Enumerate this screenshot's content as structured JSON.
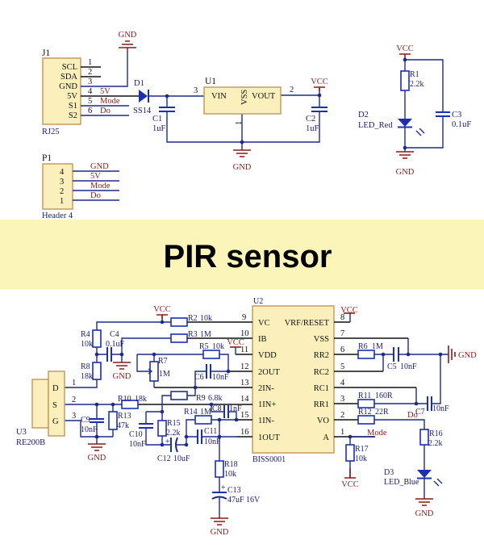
{
  "title": "PIR sensor",
  "colors": {
    "banner": "#fcf5b9",
    "wire": "#1c2a8c",
    "component": "#1c2fb0",
    "power": "#8b1a1a",
    "chip_fill": "#fbefbb"
  },
  "power": {
    "gnd": "GND",
    "vcc": "VCC"
  },
  "nets": {
    "five_v": "5V",
    "mode": "Mode",
    "do": "Do"
  },
  "j1": {
    "ref": "J1",
    "part": "RJ25",
    "pins": [
      "SCL",
      "SDA",
      "GND",
      "5V",
      "S1",
      "S2"
    ],
    "pin_numbers": [
      "1",
      "2",
      "3",
      "4",
      "5",
      "6"
    ]
  },
  "d1": {
    "ref": "D1",
    "value": "SS14"
  },
  "u1": {
    "ref": "U1",
    "pins": {
      "vin": "VIN",
      "vss": "VSS",
      "vout": "VOUT"
    },
    "pin_numbers": {
      "vin": "3",
      "vss": "1",
      "vout": "2"
    }
  },
  "c1": {
    "ref": "C1",
    "value": "1uF"
  },
  "c2": {
    "ref": "C2",
    "value": "1uF"
  },
  "p1": {
    "ref": "P1",
    "part": "Header 4",
    "pin_numbers": [
      "4",
      "3",
      "2",
      "1"
    ],
    "nets": [
      "GND",
      "5V",
      "Mode",
      "Do"
    ]
  },
  "r1": {
    "ref": "R1",
    "value": "2.2k"
  },
  "d2": {
    "ref": "D2",
    "value": "LED_Red"
  },
  "c3": {
    "ref": "C3",
    "value": "0.1uF"
  },
  "u2": {
    "ref": "U2",
    "part": "BISS0001",
    "left_pins": [
      "VC",
      "IB",
      "VDD",
      "2OUT",
      "2IN-",
      "1IN+",
      "1IN-",
      "1OUT"
    ],
    "left_numbers": [
      "9",
      "10",
      "11",
      "12",
      "13",
      "14",
      "15",
      "16"
    ],
    "right_pins": [
      "VRF/RESET",
      "VSS",
      "RR2",
      "RC2",
      "RC1",
      "RR1",
      "VO",
      "A"
    ],
    "right_numbers": [
      "8",
      "7",
      "6",
      "5",
      "4",
      "3",
      "2",
      "1"
    ]
  },
  "u3": {
    "ref": "U3",
    "part": "RE200B",
    "pins": [
      "D",
      "S",
      "G"
    ],
    "pin_numbers": [
      "1",
      "2",
      "3"
    ]
  },
  "r2": {
    "ref": "R2",
    "value": "10k"
  },
  "r3": {
    "ref": "R3",
    "value": "1M"
  },
  "r4": {
    "ref": "R4",
    "value": "10k"
  },
  "r5": {
    "ref": "R5",
    "value": "10k"
  },
  "r6": {
    "ref": "R6",
    "value": "1M"
  },
  "r7": {
    "ref": "R7",
    "value": "1M"
  },
  "r8": {
    "ref": "R8",
    "value": "18k"
  },
  "r9": {
    "ref": "R9",
    "value": "6.8k"
  },
  "r10": {
    "ref": "R10",
    "value": "18k"
  },
  "r11": {
    "ref": "R11",
    "value": "160R"
  },
  "r12": {
    "ref": "R12",
    "value": "22R"
  },
  "r13": {
    "ref": "R13",
    "value": "47k"
  },
  "r14": {
    "ref": "R14",
    "value": "1M"
  },
  "r15": {
    "ref": "R15",
    "value": "2.2k"
  },
  "r16": {
    "ref": "R16",
    "value": "2.2k"
  },
  "r17": {
    "ref": "R17",
    "value": "10k"
  },
  "r18": {
    "ref": "R18",
    "value": "10k"
  },
  "c4": {
    "ref": "C4",
    "value": "0.1uF"
  },
  "c5": {
    "ref": "C5",
    "value": "10nF"
  },
  "c6": {
    "ref": "C6",
    "value": "10nF"
  },
  "c7": {
    "ref": "C7",
    "value": "10nF"
  },
  "c8": {
    "ref": "C8",
    "value": "1nF"
  },
  "c9": {
    "ref": "C9",
    "value": "10nF"
  },
  "c10": {
    "ref": "C10",
    "value": "10nF"
  },
  "c11": {
    "ref": "C11",
    "value": "10nF"
  },
  "c12": {
    "ref": "C12",
    "value": "10uF"
  },
  "c13": {
    "ref": "C13",
    "value": "47uF 16V"
  },
  "d3": {
    "ref": "D3",
    "value": "LED_Blue"
  }
}
